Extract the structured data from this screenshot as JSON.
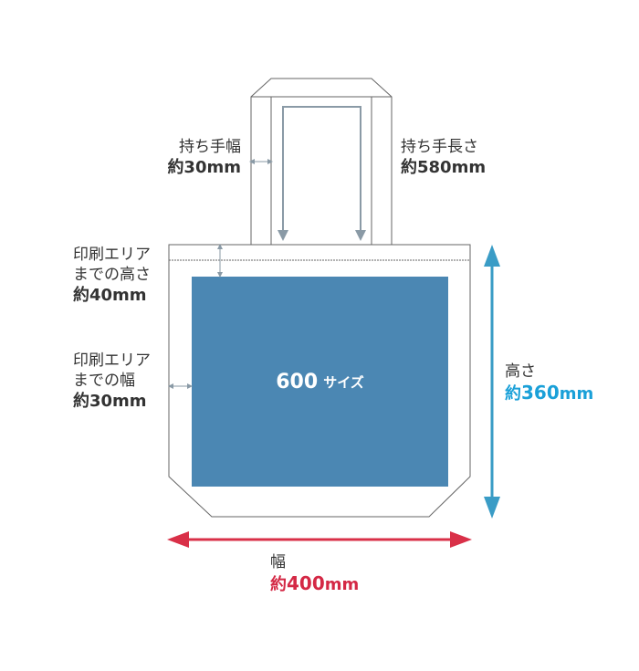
{
  "colors": {
    "print_area": "#4b87b3",
    "outline": "#666666",
    "dim_gray": "#8a9aa6",
    "height_arrow": "#3a9cc6",
    "width_arrow": "#d93048"
  },
  "print_area": {
    "size_number": "600",
    "size_word": "サイズ"
  },
  "handle_width": {
    "label": "持ち手幅",
    "value": "約30mm"
  },
  "handle_length": {
    "label": "持ち手長さ",
    "value": "約580mm"
  },
  "print_margin_top": {
    "label_line1": "印刷エリア",
    "label_line2": "までの高さ",
    "value": "約40mm"
  },
  "print_margin_side": {
    "label_line1": "印刷エリア",
    "label_line2": "までの幅",
    "value": "約30mm"
  },
  "bag_height": {
    "label": "高さ",
    "value_prefix": "約",
    "value_number": "360",
    "value_unit": "mm"
  },
  "bag_width": {
    "label": "幅",
    "value_prefix": "約",
    "value_number": "400",
    "value_unit": "mm"
  }
}
